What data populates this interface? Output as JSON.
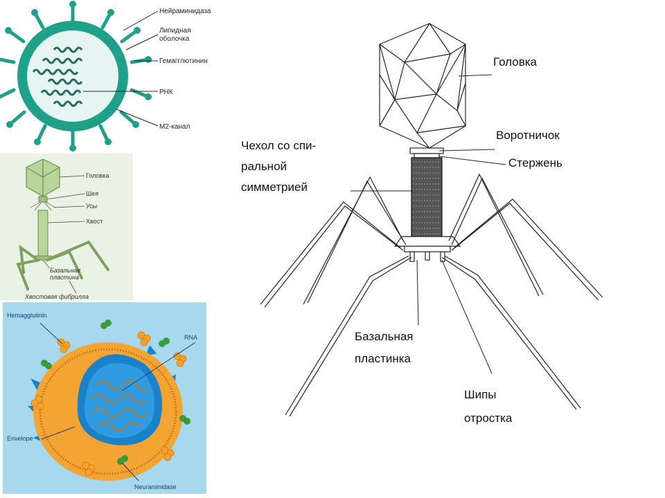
{
  "flu_panel": {
    "labels": {
      "neuraminidase": "Нейраминидаза",
      "lipid_line1": "Липидная",
      "lipid_line2": "оболочка",
      "hemagglutinin": "Гемагглютинин",
      "rna": "РНК",
      "m2": "М2-канал"
    },
    "colors": {
      "shell": "#1fa089",
      "inner": "#e6f5f1",
      "rna": "#1f6e5e"
    }
  },
  "phage_small_panel": {
    "labels": {
      "head": "Головка",
      "neck": "Шея",
      "whiskers": "Усы",
      "tail": "Хвост",
      "plate_line1": "Базальная",
      "plate_line2": "пластина",
      "fibril": "Хвостовая фибрилла"
    },
    "colors": {
      "background": "#e9f2e5",
      "body": "#b9d69a",
      "stroke": "#6d8b52"
    }
  },
  "virus_color_panel": {
    "labels": {
      "hemagglutinin": "Hemagglutinin",
      "rna": "RNA",
      "envelope": "Envelope",
      "neuraminidase": "Neuraminidase"
    },
    "colors": {
      "background": "#a7d8ee",
      "envelope": "#f4a433",
      "core": "#1b82c9",
      "rna": "#c07a27"
    }
  },
  "phage_large_panel": {
    "labels": {
      "head": "Головка",
      "collar": "Воротничок",
      "rod": "Стержень",
      "sheath_line1": "Чехол со спи-",
      "sheath_line2": "ральной",
      "sheath_line3": "симметрией",
      "plate_line1": "Базальная",
      "plate_line2": "пластинка",
      "spikes_line1": "Шипы",
      "spikes_line2": "отростка"
    }
  }
}
